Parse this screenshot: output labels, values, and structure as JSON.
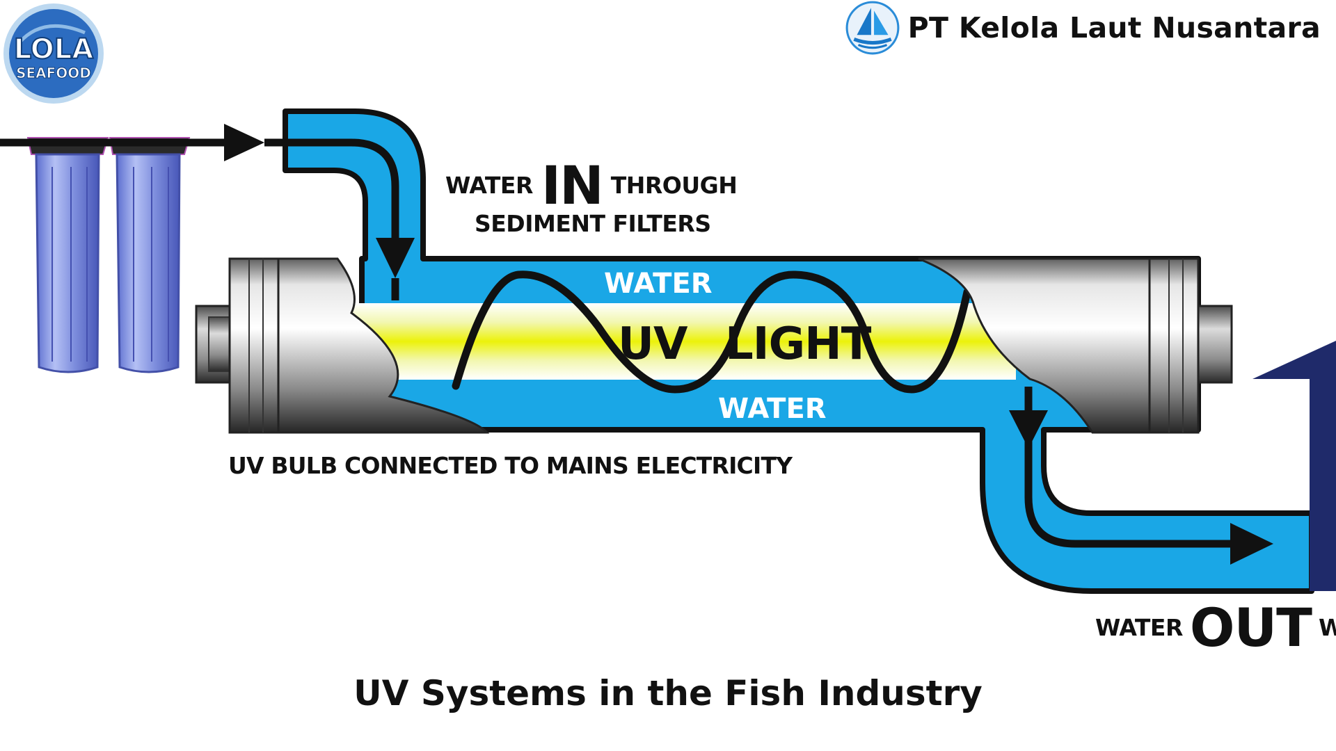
{
  "logo": {
    "line1": "LOLA",
    "line2": "SEAFOOD"
  },
  "brand": {
    "name": "PT Kelola Laut Nusantara"
  },
  "diagram": {
    "inlet_word1": "WATER",
    "inlet_emphasis": "IN",
    "inlet_word2": "THROUGH",
    "inlet_line2": "SEDIMENT FILTERS",
    "water_top": "WATER",
    "uv_word1": "UV",
    "uv_word2": "LIGHT",
    "water_bottom": "WATER",
    "bulb_label": "UV BULB CONNECTED TO MAINS ELECTRICITY",
    "outlet_word1": "WATER",
    "outlet_emphasis": "OUT",
    "outlet_word2": "WI"
  },
  "caption": "UV Systems in the Fish Industry"
}
